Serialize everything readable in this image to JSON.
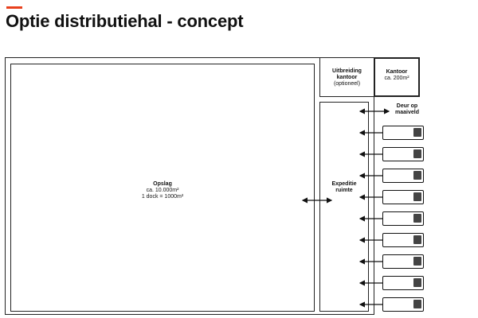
{
  "header": {
    "title": "Optie distributiehal - concept",
    "accent_color": "#e8401c"
  },
  "floorplan": {
    "opslag": {
      "name": "Opslag",
      "area": "ca. 10.000m²",
      "dock_ratio": "1 dock = 1000m²"
    },
    "uitbreiding": {
      "line1": "Uitbreiding",
      "line2": "kantoor",
      "note": "(optioneel)"
    },
    "kantoor": {
      "name": "Kantoor",
      "area": "ca. 200m²"
    },
    "expeditie": {
      "line1": "Expeditie",
      "line2": "ruimte"
    },
    "deur": {
      "line1": "Deur op",
      "line2": "maaiveld"
    },
    "dock_count": 9,
    "truck_icon": "truck-icon",
    "arrow_icon": "double-arrow-icon"
  }
}
